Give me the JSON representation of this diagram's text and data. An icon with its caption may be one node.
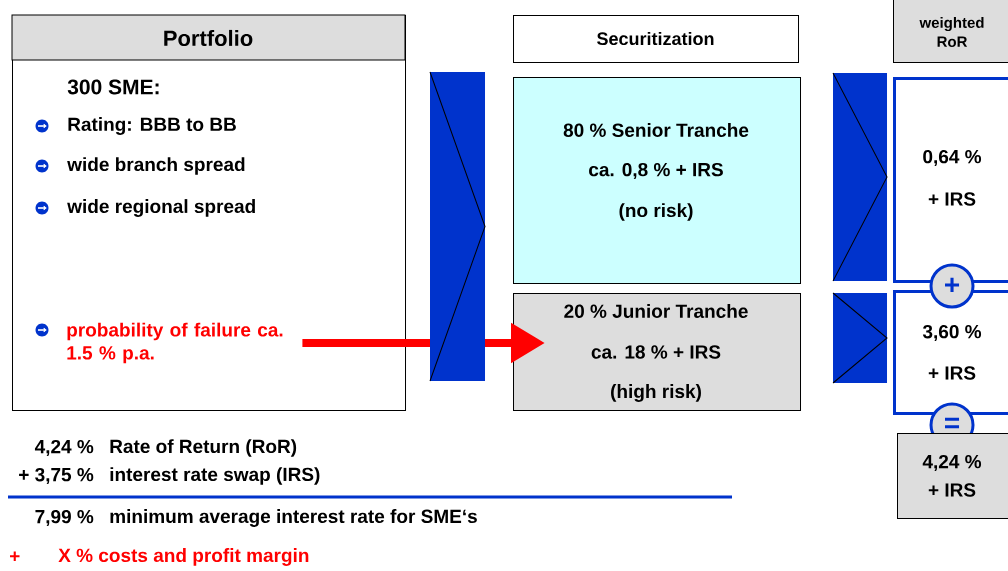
{
  "diagram": {
    "nodes": [
      {
        "text": [
          "Portfolio",
          "300 SME:",
          "Rating: BBB to BB",
          "wide branch spread",
          "wide regional spread"
        ]
      },
      {
        "text": [
          "probability of failure ca. 1.5 % p.a."
        ],
        "in": 0
      },
      {
        "text": [
          "Securitization"
        ]
      },
      {
        "text": [
          "80 % Senior Tranche",
          "ca. 0,8 % + IRS",
          "(no risk)"
        ]
      },
      {
        "text": [
          "20 % Junior Tranche",
          "ca. 18 % + IRS",
          "(high risk)"
        ]
      },
      {
        "text": [
          "weighted RoR"
        ]
      },
      {
        "text": [
          "0,64 %",
          "+ IRS"
        ]
      },
      {
        "text": [
          "3,60 %",
          "+ IRS"
        ]
      },
      {
        "text": [
          "+"
        ]
      },
      {
        "text": [
          "="
        ]
      },
      {
        "text": [
          "4,24 %",
          "+ IRS"
        ]
      }
    ],
    "edges": [
      {
        "from": 1,
        "to": 4,
        "arrow": "to",
        "color": "#ff0000"
      }
    ],
    "labels": [
      "4,24 %",
      "Rate of Return (RoR)",
      "+ 3,75 %",
      "interest rate swap (IRS)",
      "7,99 %",
      "minimum average interest rate for SME‘s",
      "+",
      "X % costs and profit margin"
    ]
  }
}
